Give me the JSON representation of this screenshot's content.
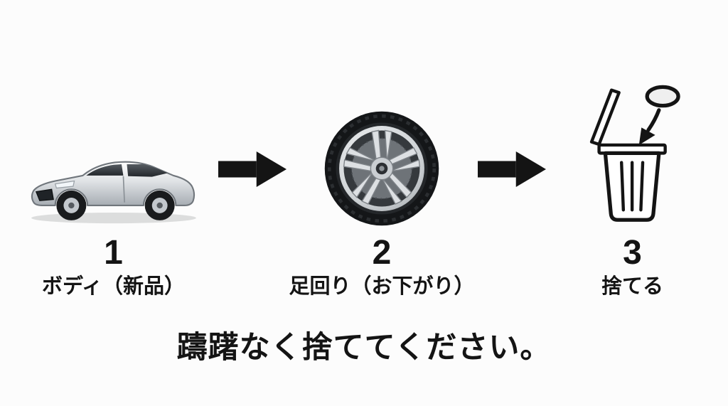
{
  "steps": [
    {
      "number": "1",
      "label": "ボディ（新品）",
      "icon": "car-icon"
    },
    {
      "number": "2",
      "label": "足回り（お下がり）",
      "icon": "wheel-icon"
    },
    {
      "number": "3",
      "label": "捨てる",
      "icon": "trash-bin-icon"
    }
  ],
  "arrows": {
    "direction": "right",
    "color": "#141414",
    "count": 2
  },
  "caption": "躊躇なく捨ててください。",
  "colors": {
    "background": "#fcfcfc",
    "ink": "#141414",
    "car_silver": "#dfe2e5",
    "tire_black": "#141618",
    "rim_gray": "#cfd3d6"
  }
}
